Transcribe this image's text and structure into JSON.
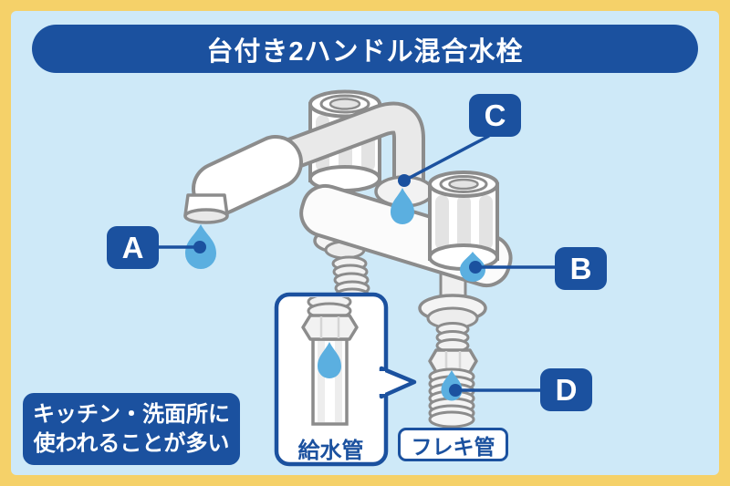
{
  "title": "台付き2ハンドル混合水栓",
  "markers": {
    "a": "A",
    "b": "B",
    "c": "C",
    "d": "D"
  },
  "labels": {
    "supply_pipe": "給水管",
    "flex_pipe": "フレキ管"
  },
  "note": {
    "line1": "キッチン・洗面所に",
    "line2": "使われることが多い"
  },
  "colors": {
    "frame_yellow": "#F5D169",
    "background_blue": "#CEE9F8",
    "accent_dark_blue": "#1B519F",
    "drip_blue": "#5BAFE0",
    "outline_gray": "#8C8C8C",
    "metal_light_gray": "#E9E9E9",
    "white": "#FFFFFF"
  },
  "icons": {
    "spout_drip": "water-drip-icon",
    "base_drip": "water-drip-icon",
    "joint_drip": "water-drip-icon",
    "flex_pipe_drip": "water-drip-icon",
    "supply_pipe_drip": "water-drip-icon"
  }
}
